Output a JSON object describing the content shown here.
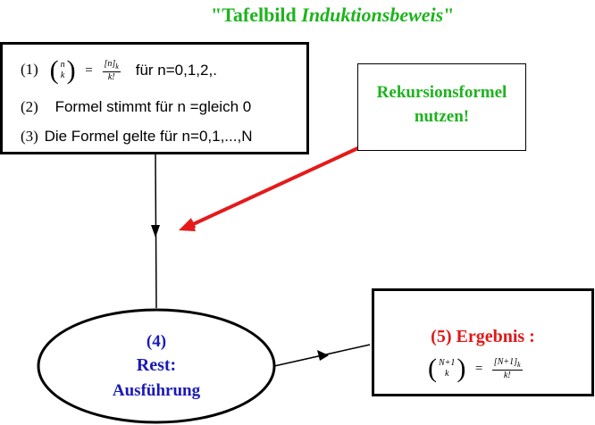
{
  "title": {
    "main": "\"Tafelbild",
    "italic": "Induktionsbeweis",
    "close": "\""
  },
  "steps": [
    {
      "num": "(1)",
      "text": "für n=0,1,2,."
    },
    {
      "num": "(2)",
      "text": "Formel stimmt für n =gleich 0"
    },
    {
      "num": "(3)",
      "text": "Die Formel gelte für n=0,1,...,N"
    }
  ],
  "formula1": {
    "top": "n",
    "bottom": "k",
    "equals": "=",
    "numerator": "[n]",
    "numerator_sub": "k",
    "denominator": "k!"
  },
  "rekursion": {
    "line1": "Rekursionsformel",
    "line2": "nutzen!"
  },
  "rest": {
    "num": "(4)",
    "line1": "Rest:",
    "line2": "Ausführung"
  },
  "ergebnis": {
    "title": "(5) Ergebnis :"
  },
  "formula5": {
    "top": "N+1",
    "bottom": "k",
    "equals": "=",
    "numerator": "[N+1]",
    "numerator_sub": "k",
    "denominator": "k!"
  },
  "colors": {
    "green": "#1eb31e",
    "red": "#e01818",
    "blue": "#1a1ab8",
    "arrow_red": "#e41a1a"
  }
}
